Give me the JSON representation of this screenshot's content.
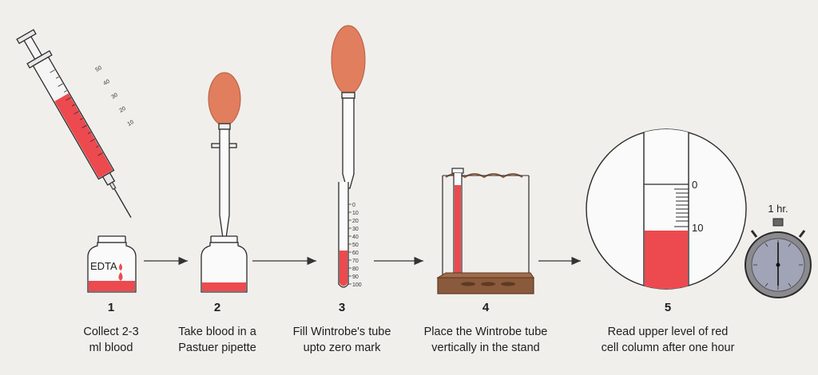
{
  "steps": [
    {
      "number": "1",
      "line1": "Collect 2-3",
      "line2": "ml blood"
    },
    {
      "number": "2",
      "line1": "Take blood in a",
      "line2": "Pastuer pipette"
    },
    {
      "number": "3",
      "line1": "Fill Wintrobe's tube",
      "line2": "upto zero mark"
    },
    {
      "number": "4",
      "line1": "Place the Wintrobe tube",
      "line2": "vertically in the stand"
    },
    {
      "number": "5",
      "line1": "Read upper level of red",
      "line2": "cell column after one hour"
    }
  ],
  "bottle_label": "EDTA",
  "syringe_marks": [
    "10",
    "20",
    "30",
    "40",
    "50"
  ],
  "tube_scale": [
    "0",
    "10",
    "20",
    "30",
    "40",
    "50",
    "60",
    "70",
    "80",
    "90",
    "100"
  ],
  "magnified_scale": [
    "0",
    "10"
  ],
  "timer_label": "1 hr.",
  "colors": {
    "blood": "#ec4a4f",
    "bulb": "#e07e5e",
    "stand": "#8a5a3c",
    "arrow": "#333333",
    "outline": "#2b2b2b"
  }
}
